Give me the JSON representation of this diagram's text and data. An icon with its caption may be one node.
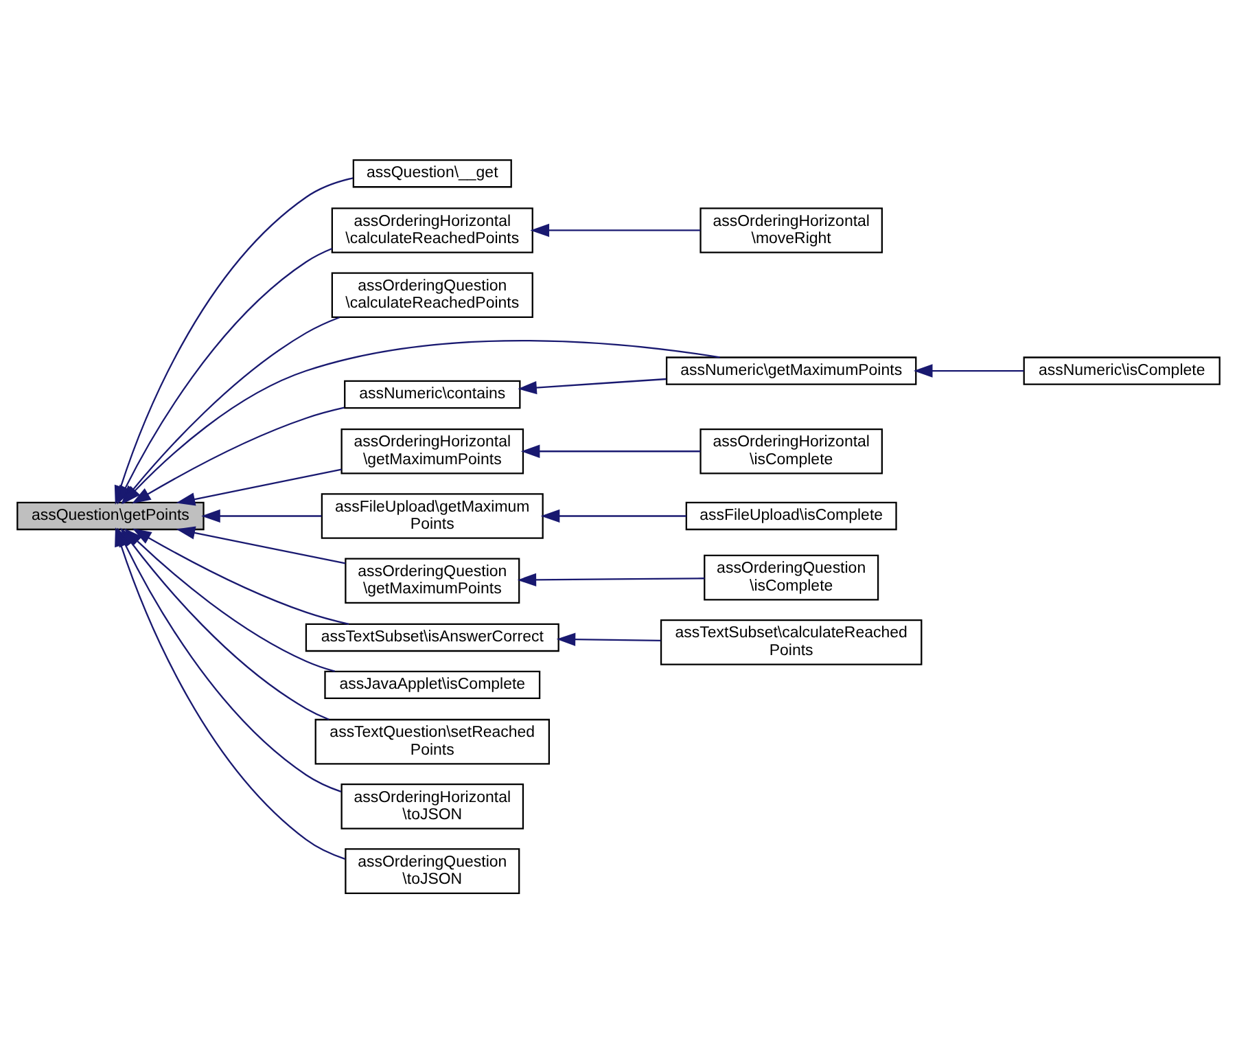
{
  "diagram": {
    "nodes": [
      {
        "text": [
          "assQuestion\\getPoints"
        ]
      },
      {
        "text": [
          "assQuestion\\__get"
        ]
      },
      {
        "text": [
          "assOrderingHorizontal \\calculateReachedPoints"
        ]
      },
      {
        "text": [
          "assOrderingHorizontal \\moveRight"
        ]
      },
      {
        "text": [
          "assOrderingQuestion \\calculateReachedPoints"
        ]
      },
      {
        "text": [
          "assNumeric\\contains"
        ]
      },
      {
        "text": [
          "assNumeric\\getMaximumPoints"
        ]
      },
      {
        "text": [
          "assNumeric\\isComplete"
        ]
      },
      {
        "text": [
          "assOrderingHorizontal \\getMaximumPoints"
        ]
      },
      {
        "text": [
          "assOrderingHorizontal \\isComplete"
        ]
      },
      {
        "text": [
          "assFileUpload\\getMaximum Points"
        ]
      },
      {
        "text": [
          "assFileUpload\\isComplete"
        ]
      },
      {
        "text": [
          "assOrderingQuestion \\getMaximumPoints"
        ]
      },
      {
        "text": [
          "assOrderingQuestion \\isComplete"
        ]
      },
      {
        "text": [
          "assTextSubset\\isAnswerCorrect"
        ]
      },
      {
        "text": [
          "assTextSubset\\calculateReached Points"
        ]
      },
      {
        "text": [
          "assJavaApplet\\isComplete"
        ]
      },
      {
        "text": [
          "assTextQuestion\\setReached Points"
        ]
      },
      {
        "text": [
          "assOrderingHorizontal \\toJSON"
        ]
      },
      {
        "text": [
          "assOrderingQuestion \\toJSON"
        ]
      }
    ],
    "edges": [
      {
        "from": 1,
        "to": 0,
        "arrow": "to"
      },
      {
        "from": 2,
        "to": 0,
        "arrow": "to"
      },
      {
        "from": 3,
        "to": 2,
        "arrow": "to"
      },
      {
        "from": 4,
        "to": 0,
        "arrow": "to"
      },
      {
        "from": 5,
        "to": 0,
        "arrow": "to"
      },
      {
        "from": 6,
        "to": 5,
        "arrow": "to"
      },
      {
        "from": 6,
        "to": 0,
        "arrow": "to"
      },
      {
        "from": 7,
        "to": 6,
        "arrow": "to"
      },
      {
        "from": 8,
        "to": 0,
        "arrow": "to"
      },
      {
        "from": 9,
        "to": 8,
        "arrow": "to"
      },
      {
        "from": 10,
        "to": 0,
        "arrow": "to"
      },
      {
        "from": 11,
        "to": 10,
        "arrow": "to"
      },
      {
        "from": 12,
        "to": 0,
        "arrow": "to"
      },
      {
        "from": 13,
        "to": 12,
        "arrow": "to"
      },
      {
        "from": 14,
        "to": 0,
        "arrow": "to"
      },
      {
        "from": 15,
        "to": 14,
        "arrow": "to"
      },
      {
        "from": 16,
        "to": 0,
        "arrow": "to"
      },
      {
        "from": 17,
        "to": 0,
        "arrow": "to"
      },
      {
        "from": 18,
        "to": 0,
        "arrow": "to"
      },
      {
        "from": 19,
        "to": 0,
        "arrow": "to"
      }
    ]
  }
}
